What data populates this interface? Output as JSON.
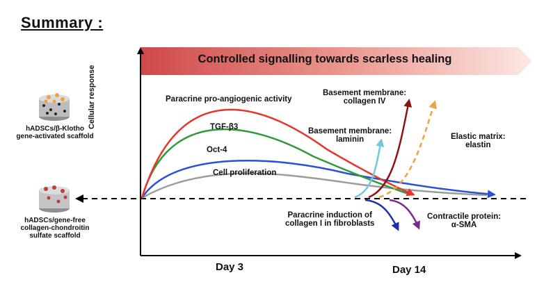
{
  "summary_title": "Summary :",
  "banner": {
    "text": "Controlled signalling towards scarless healing"
  },
  "axes": {
    "ylabel": "Cellular response",
    "day3": "Day 3",
    "day14": "Day 14"
  },
  "scaffolds": {
    "top": {
      "line1": "hADSCs/β-Klotho",
      "line2": "gene-activated scaffold"
    },
    "bottom": {
      "line1": "hADSCs/gene-free",
      "line2": "collagen-chondroitin",
      "line3": "sulfate scaffold"
    }
  },
  "curves": {
    "angiogenic": "Paracrine pro-angiogenic activity",
    "tgf": "TGF-β3",
    "oct4": "Oct-4",
    "prolif": "Cell proliferation"
  },
  "arrows": {
    "collagen4_line1": "Basement membrane:",
    "collagen4_line2": "collagen IV",
    "laminin_line1": "Basement membrane:",
    "laminin_line2": "laminin",
    "elastin_line1": "Elastic matrix:",
    "elastin_line2": "elastin",
    "collagen1_line1": "Paracrine induction of",
    "collagen1_line2": "collagen I in fibroblasts",
    "sma_line1": "Contractile protein:",
    "sma_line2": "α-SMA"
  },
  "colors": {
    "red": "#e8352c",
    "green": "#2e9a3a",
    "blue": "#2b4fd6",
    "gray": "#9c9c9c",
    "cyan": "#74c6de",
    "darkred": "#8a1414",
    "orange": "#f0a045",
    "navy": "#1a2fb0",
    "purple": "#7a2a8c",
    "banner_start": "#d24f4f",
    "banner_end": "#fbe4e0"
  }
}
